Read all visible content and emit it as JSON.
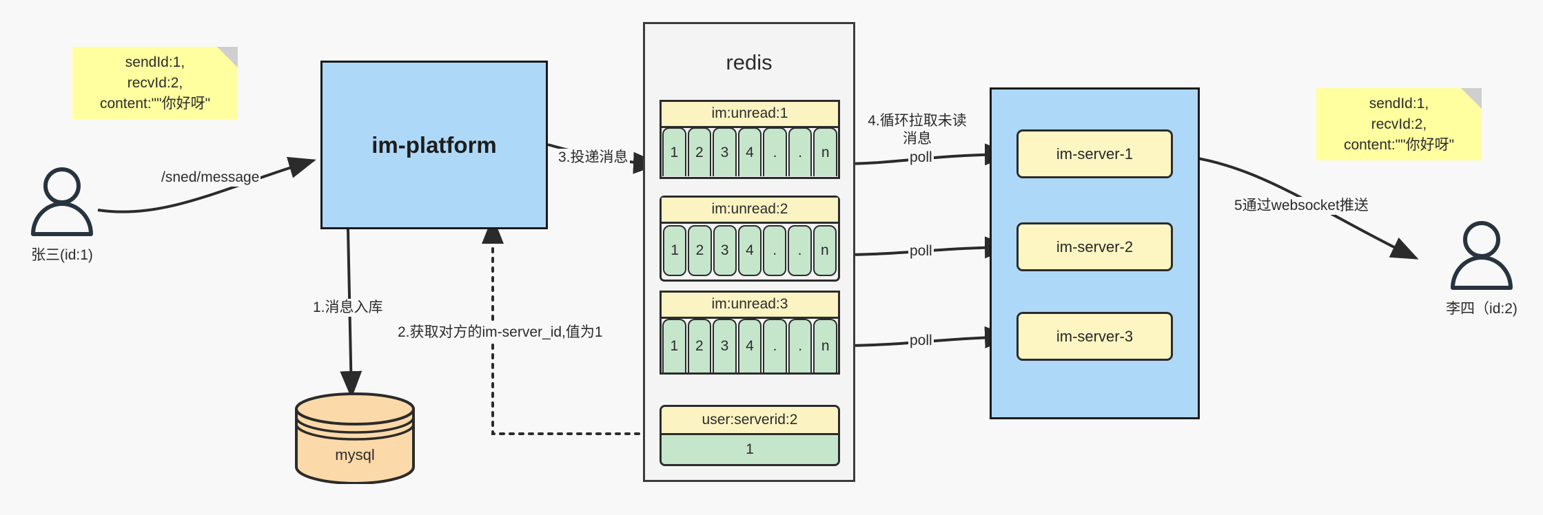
{
  "diagram": {
    "title": "IM message delivery architecture",
    "colors": {
      "background": "#f8f8f8",
      "note_yellow": "#ffffa0",
      "platform_blue": "#aed8f7",
      "queue_green": "#c6e6cc",
      "queue_header_yellow": "#fbf3c2",
      "server_yellow": "#fdf6c3",
      "mysql_orange": "#fcd9a8",
      "stroke": "#2b2b2b"
    }
  },
  "notes": {
    "left": {
      "lines": [
        "sendId:1,",
        "recvId:2,",
        "content:\"\"你好呀\""
      ]
    },
    "right": {
      "lines": [
        "sendId:1,",
        "recvId:2,",
        "content:\"\"你好呀\""
      ]
    }
  },
  "actors": {
    "sender": {
      "label": "张三(id:1)",
      "icon": "person-icon"
    },
    "receiver": {
      "label": "李四（id:2)",
      "icon": "person-icon"
    }
  },
  "nodes": {
    "platform": {
      "label": "im-platform"
    },
    "mysql": {
      "label": "mysql"
    },
    "redis": {
      "label": "redis"
    },
    "servers": [
      {
        "label": "im-server-1"
      },
      {
        "label": "im-server-2"
      },
      {
        "label": "im-server-3"
      }
    ]
  },
  "queues": [
    {
      "key": "im:unread:1",
      "cells": [
        "1",
        "2",
        "3",
        "4",
        ".",
        ".",
        "n"
      ]
    },
    {
      "key": "im:unread:2",
      "cells": [
        "1",
        "2",
        "3",
        "4",
        ".",
        ".",
        "n"
      ]
    },
    {
      "key": "im:unread:3",
      "cells": [
        "1",
        "2",
        "3",
        "4",
        ".",
        ".",
        "n"
      ]
    }
  ],
  "kv": {
    "key": "user:serverid:2",
    "value": "1"
  },
  "edges": {
    "send_message": "/sned/message",
    "step1": "1.消息入库",
    "step2": "2.获取对方的im-server_id,值为1",
    "step3": "3.投递消息",
    "step4": "4.循环拉取未读消息",
    "poll1": "poll",
    "poll2": "poll",
    "poll3": "poll",
    "step5": "5通过websocket推送"
  }
}
